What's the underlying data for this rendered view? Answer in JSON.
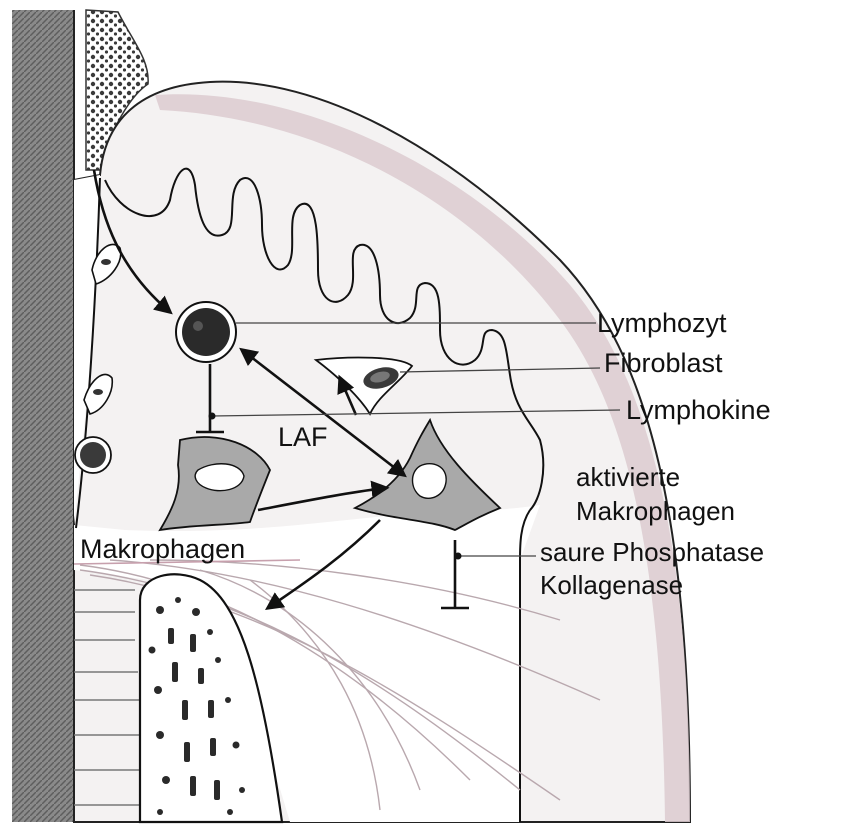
{
  "labels": {
    "lymphozyt": "Lymphozyt",
    "fibroblast": "Fibroblast",
    "lymphokine": "Lymphokine",
    "laf": "LAF",
    "aktivierte": "aktivierte",
    "makrophagen_activated": "Makrophagen",
    "makrophagen": "Makrophagen",
    "saure_phosphatase": "saure Phosphatase",
    "kollagenase": "Kollagenase"
  },
  "colors": {
    "line": "#111111",
    "tissue_fill": "#f4f2f2",
    "bone_band": "#7a7a7a",
    "cell_fill": "#a9a9a9",
    "nucleus": "#2a2a2a",
    "pink_band": "#dccbd0",
    "fibre": "#b9a8ae",
    "background": "#ffffff"
  }
}
